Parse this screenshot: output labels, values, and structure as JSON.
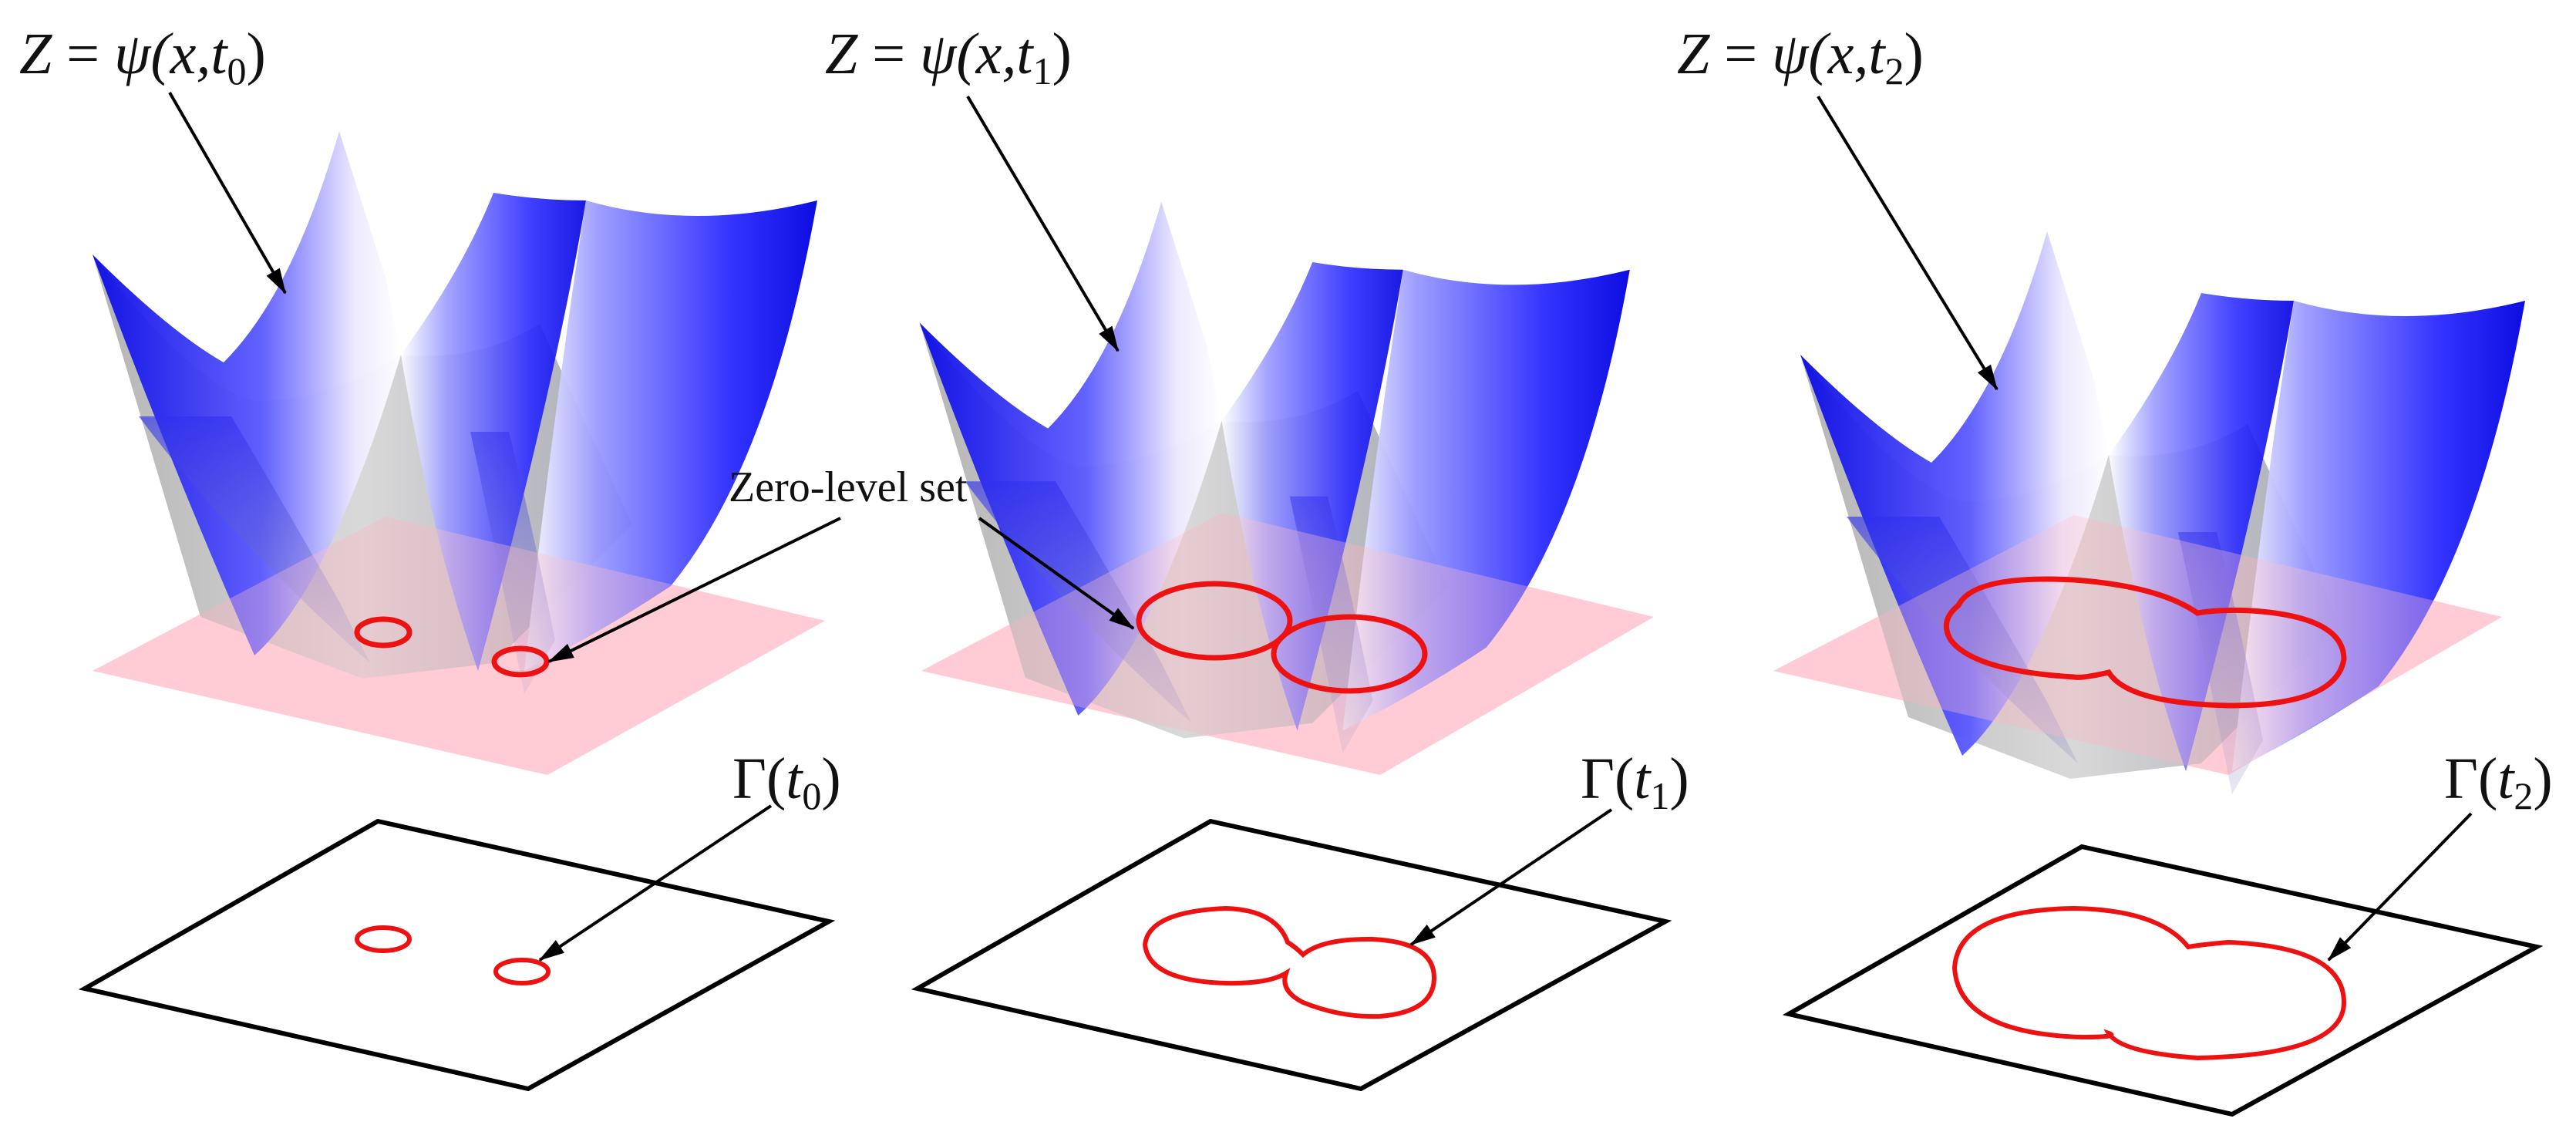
{
  "diagram": {
    "panels": [
      {
        "id": "t0",
        "surface_label": {
          "lhs": "Z",
          "eq": "=",
          "fn": "ψ",
          "args_open": "(x,",
          "t": "t",
          "sub": "0",
          "close": ")"
        },
        "curve_label": {
          "fn": "Γ",
          "open": "(",
          "t": "t",
          "sub": "0",
          "close": ")"
        }
      },
      {
        "id": "t1",
        "surface_label": {
          "lhs": "Z",
          "eq": "=",
          "fn": "ψ",
          "args_open": "(x,",
          "t": "t",
          "sub": "1",
          "close": ")"
        },
        "curve_label": {
          "fn": "Γ",
          "open": "(",
          "t": "t",
          "sub": "1",
          "close": ")"
        }
      },
      {
        "id": "t2",
        "surface_label": {
          "lhs": "Z",
          "eq": "=",
          "fn": "ψ",
          "args_open": "(x,",
          "t": "t",
          "sub": "2",
          "close": ")"
        },
        "curve_label": {
          "fn": "Γ",
          "open": "(",
          "t": "t",
          "sub": "2",
          "close": ")"
        }
      }
    ],
    "zero_level_label": "Zero-level set",
    "colors": {
      "surface_blue": "#1a1aff",
      "surface_gray": "#b8b8b8",
      "zero_plane": "#ffc0cb",
      "contour": "#ee1111",
      "outline": "#000000"
    }
  }
}
